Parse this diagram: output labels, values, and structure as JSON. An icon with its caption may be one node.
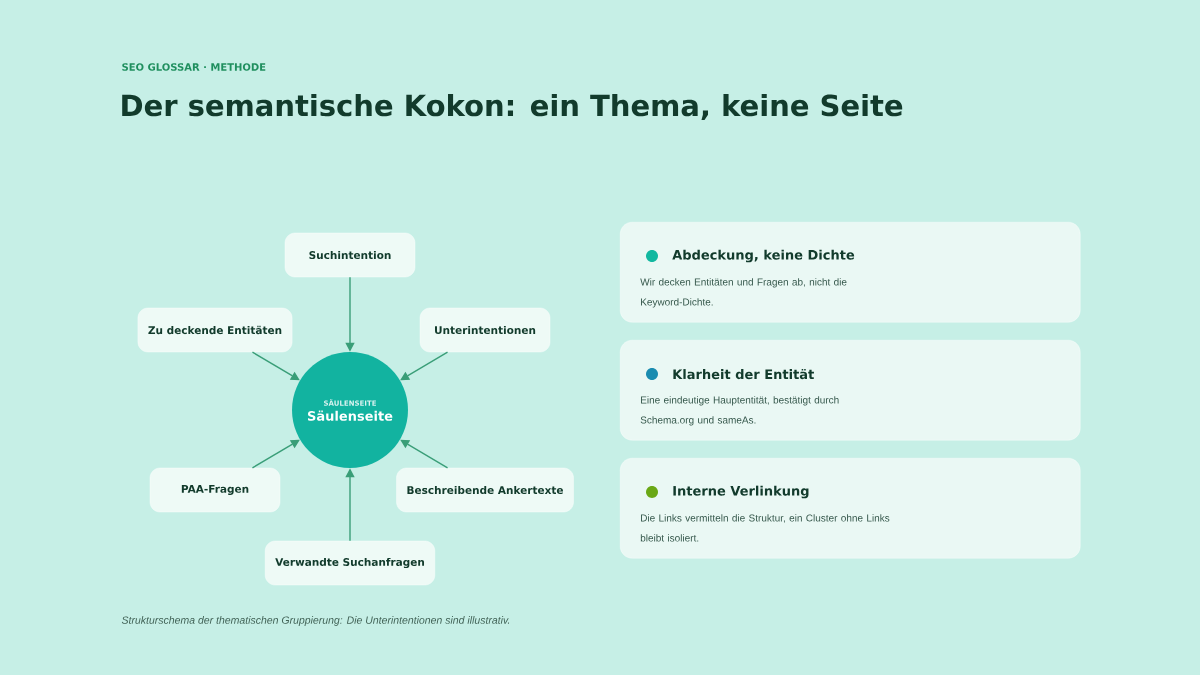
{
  "diagram": {
    "title": "Der semantische Kokon: ein Thema, keine Seite",
    "caption": "Strukturschema der thematischen Gruppierung: Die Unterintentionen sind illustrativ.",
    "labels": [
      "SEO GLOSSAR · METHODE"
    ],
    "nodes": [
      {
        "text": [
          "SÄULENSEITE",
          "Säulenseite"
        ]
      },
      {
        "text": [
          "Suchintention"
        ]
      },
      {
        "text": [
          "Zu deckende Entitäten"
        ]
      },
      {
        "text": [
          "Unterintentionen"
        ]
      },
      {
        "text": [
          "PAA-Fragen"
        ]
      },
      {
        "text": [
          "Beschreibende Ankertexte"
        ]
      },
      {
        "text": [
          "Verwandte Suchanfragen"
        ]
      },
      {
        "text": [
          "Abdeckung, keine Dichte",
          "Wir decken Entitäten und Fragen ab, nicht die Keyword-Dichte."
        ]
      },
      {
        "text": [
          "Klarheit der Entität",
          "Eine eindeutige Hauptentität, bestätigt durch Schema.org und sameAs."
        ]
      },
      {
        "text": [
          "Interne Verlinkung",
          "Die Links vermitteln die Struktur, ein Cluster ohne Links bleibt isoliert."
        ]
      }
    ],
    "edges": [
      {
        "from": 1,
        "to": 0,
        "arrow": "to"
      },
      {
        "from": 2,
        "to": 0,
        "arrow": "to"
      },
      {
        "from": 3,
        "to": 0,
        "arrow": "to"
      },
      {
        "from": 4,
        "to": 0,
        "arrow": "to"
      },
      {
        "from": 5,
        "to": 0,
        "arrow": "to"
      },
      {
        "from": 6,
        "to": 0,
        "arrow": "to"
      }
    ]
  }
}
